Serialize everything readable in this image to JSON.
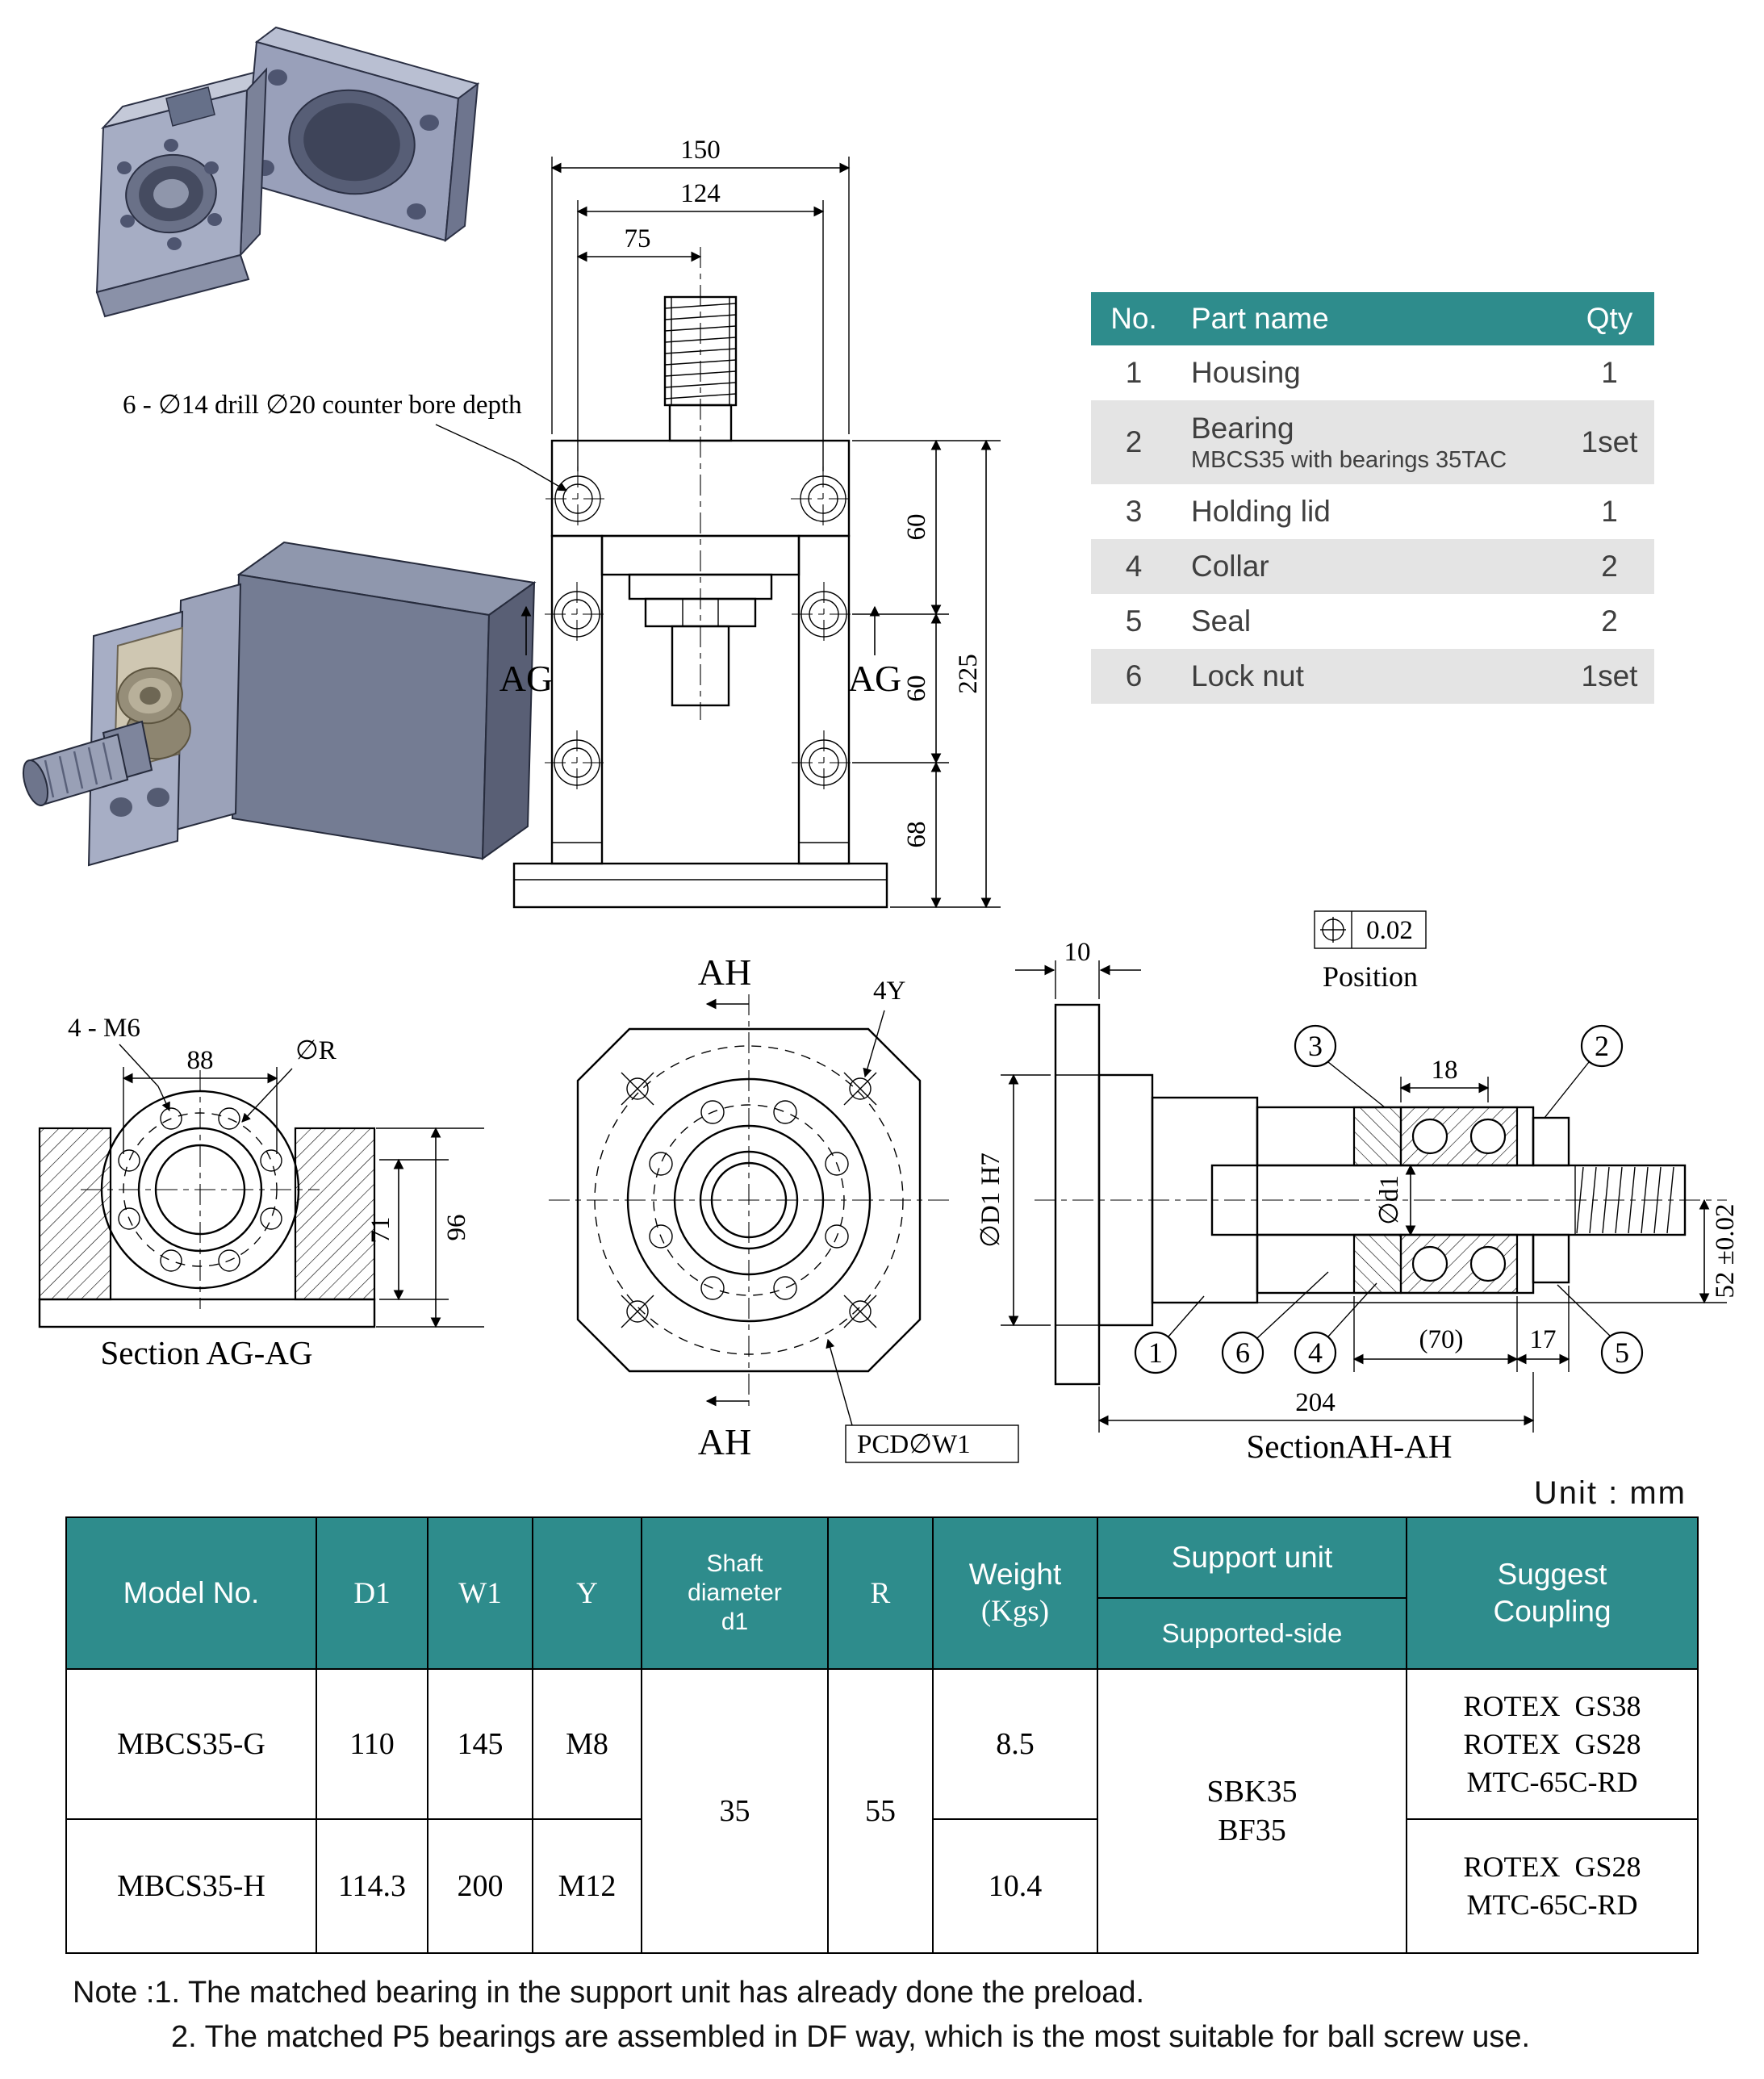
{
  "colors": {
    "teal_header": "#2e8c8c",
    "row_alt": "#e4e4e4"
  },
  "annotations": {
    "counter_bore": "6 - ∅14 drill ∅20 counter bore depth",
    "ag": "AG",
    "ah": "AH",
    "four_y": "4Y",
    "pcd_w1": "PCD∅W1",
    "four_m6": "4 - M6",
    "phi_r": "∅R",
    "section_ag_caption": "Section AG-AG",
    "section_ah_caption": "SectionAH-AH",
    "position_value": "0.02",
    "position_label": "Position",
    "phi_d1_h7": "∅D1 H7",
    "phi_d1": "∅d1",
    "unit": "Unit : mm"
  },
  "dims": {
    "front": {
      "d150": "150",
      "d124": "124",
      "d75": "75",
      "d60a": "60",
      "d60b": "60",
      "d68": "68",
      "d225": "225"
    },
    "ag": {
      "d88": "88",
      "d71": "71",
      "d96": "96"
    },
    "ah": {
      "d10": "10",
      "d18": "18",
      "d52": "52 ±0.02",
      "d70": "(70)",
      "d17": "17",
      "d204": "204"
    }
  },
  "balloons": {
    "b1": "1",
    "b2": "2",
    "b3": "3",
    "b4": "4",
    "b5": "5",
    "b6": "6"
  },
  "parts_table": {
    "headers": {
      "no": "No.",
      "name": "Part name",
      "qty": "Qty"
    },
    "rows": [
      {
        "no": "1",
        "name": "Housing",
        "qty": "1"
      },
      {
        "no": "2",
        "name": "Bearing",
        "sub": "MBCS35 with bearings 35TAC",
        "qty": "1set"
      },
      {
        "no": "3",
        "name": "Holding lid",
        "qty": "1"
      },
      {
        "no": "4",
        "name": "Collar",
        "qty": "2"
      },
      {
        "no": "5",
        "name": "Seal",
        "qty": "2"
      },
      {
        "no": "6",
        "name": "Lock nut",
        "qty": "1set"
      }
    ]
  },
  "spec_table": {
    "headers": {
      "model": "Model No.",
      "d1": "D1",
      "w1": "W1",
      "y": "Y",
      "shaft": [
        "Shaft",
        "diameter",
        "d1"
      ],
      "r": "R",
      "weight": [
        "Weight",
        "(Kgs)"
      ],
      "support": "Support unit",
      "supported_side": "Supported-side",
      "suggest": [
        "Suggest",
        "Coupling"
      ]
    },
    "shared": {
      "shaft_d1": "35",
      "r": "55",
      "support": [
        "SBK35",
        "BF35"
      ]
    },
    "rows": [
      {
        "model": "MBCS35-G",
        "d1": "110",
        "w1": "145",
        "y": "M8",
        "weight": "8.5",
        "coupling": [
          "ROTEX  GS38",
          "ROTEX  GS28",
          "MTC-65C-RD"
        ]
      },
      {
        "model": "MBCS35-H",
        "d1": "114.3",
        "w1": "200",
        "y": "M12",
        "weight": "10.4",
        "coupling": [
          "ROTEX  GS28",
          "MTC-65C-RD"
        ]
      }
    ]
  },
  "notes": [
    "Note :1. The matched bearing in the support unit has already done the preload.",
    "2. The matched P5 bearings are assembled in DF way, which is the most suitable for ball screw use."
  ]
}
